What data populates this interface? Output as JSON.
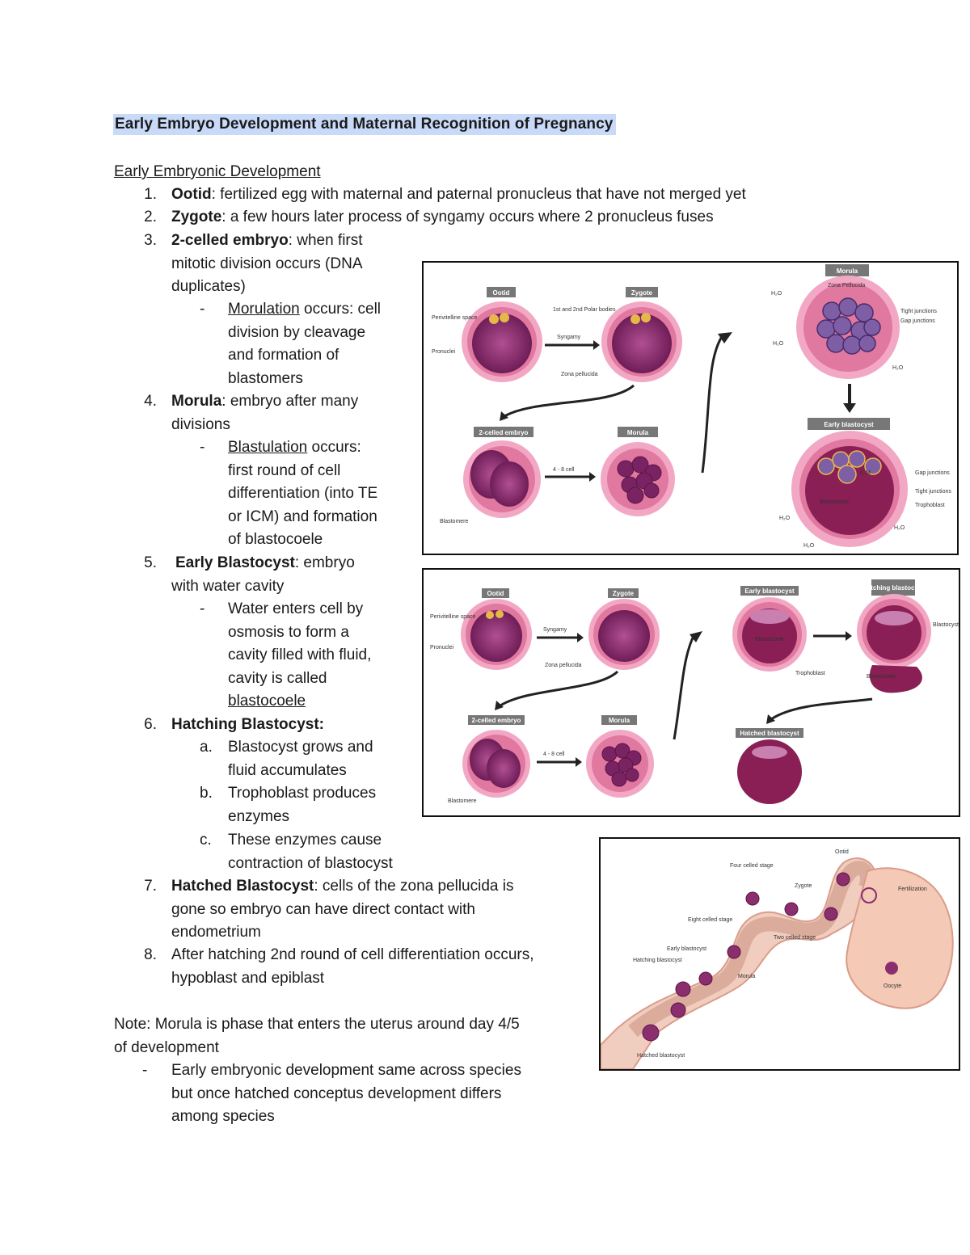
{
  "title": "Early Embryo Development and Maternal Recognition of Pregnancy",
  "section_heading": "Early Embryonic Development",
  "items": [
    {
      "num": "1.",
      "term": "Ootid",
      "rest": ": fertilized egg with maternal and paternal pronucleus that have not merged yet"
    },
    {
      "num": "2.",
      "term": "Zygote",
      "rest": ": a few hours later process of syngamy occurs where 2 pronucleus fuses"
    },
    {
      "num": "3.",
      "term": "2-celled embryo",
      "rest": ": when first",
      "cont": [
        "mitotic division occurs (DNA",
        "duplicates)"
      ],
      "sub": {
        "marker": "-",
        "u": "Morulation",
        "rest": " occurs: cell",
        "cont": [
          "division by cleavage",
          "and formation of",
          "blastomers"
        ]
      }
    },
    {
      "num": "4.",
      "term": "Morula",
      "rest": ": embryo after many",
      "cont": [
        "divisions"
      ],
      "sub": {
        "marker": "-",
        "u": "Blastulation",
        "rest": " occurs:",
        "cont": [
          "first round of cell",
          "differentiation (into TE",
          "or ICM) and formation",
          "of blastocoele"
        ]
      }
    },
    {
      "num": "5.",
      "term": "Early Blastocyst",
      "rest": ": embryo",
      "cont": [
        "with water cavity"
      ],
      "sub": {
        "marker": "-",
        "lines": [
          "Water enters cell by",
          "osmosis to form a",
          "cavity filled with fluid,",
          "cavity is called"
        ],
        "u_last": "blastocoele"
      }
    },
    {
      "num": "6.",
      "term": "Hatching Blastocyst:",
      "subs": [
        {
          "marker": "a.",
          "lines": [
            "Blastocyst grows and",
            "fluid accumulates"
          ]
        },
        {
          "marker": "b.",
          "lines": [
            "Trophoblast produces",
            "enzymes"
          ]
        },
        {
          "marker": "c.",
          "lines": [
            "These enzymes cause",
            "contraction of blastocyst"
          ]
        }
      ]
    },
    {
      "num": "7.",
      "term": "Hatched Blastocyst",
      "rest": ": cells of the zona pellucida is",
      "cont": [
        "gone so embryo can have direct contact with",
        "endometrium"
      ]
    },
    {
      "num": "8.",
      "lines": [
        "After hatching 2nd round of cell differentiation occurs,",
        "hypoblast and epiblast"
      ]
    }
  ],
  "note": {
    "lines": [
      "Note: Morula is phase that enters the uterus around day 4/5",
      "of development"
    ],
    "sub": {
      "marker": "-",
      "lines": [
        "Early embryonic development same across species",
        "but once hatched conceptus development differs",
        "among species"
      ]
    }
  },
  "figure1": {
    "tags": [
      "Ootid",
      "Zygote",
      "2-celled embryo",
      "Morula",
      "Morula",
      "Early blastocyst"
    ],
    "labels": [
      "Perivitelline space",
      "Pronuclei",
      "1st and 2nd Polar bodies",
      "Zona pellucida",
      "Syngamy",
      "4 - 8 cell",
      "Blastomere",
      "Zona Pellucida",
      "Tight junctions",
      "Gap junctions",
      "Trophoblast",
      "Blastocoele",
      "ICM",
      "H₂O"
    ]
  },
  "figure2": {
    "tags": [
      "Ootid",
      "Zygote",
      "Early blastocyst",
      "Hatching blastocyst",
      "2-celled embryo",
      "Morula",
      "Hatched blastocyst"
    ],
    "labels": [
      "Perivitelline space",
      "Pronuclei",
      "Syngamy",
      "Zona pellucida",
      "Blastocoele",
      "Trophoblast",
      "4 - 8 cell",
      "Blastomere",
      "Blastocyst"
    ]
  },
  "figure3": {
    "labels": [
      "Ootid",
      "Four celled stage",
      "Zygote",
      "Fertilization",
      "Eight celled stage",
      "Two celled stage",
      "Early blastocyst",
      "Hatching blastocyst",
      "Morula",
      "Oocyte",
      "Hatched blastocyst"
    ]
  },
  "colors": {
    "highlight": "#c9daf8",
    "embryo": "#8b2a6b",
    "zona": "#e98ab0"
  }
}
